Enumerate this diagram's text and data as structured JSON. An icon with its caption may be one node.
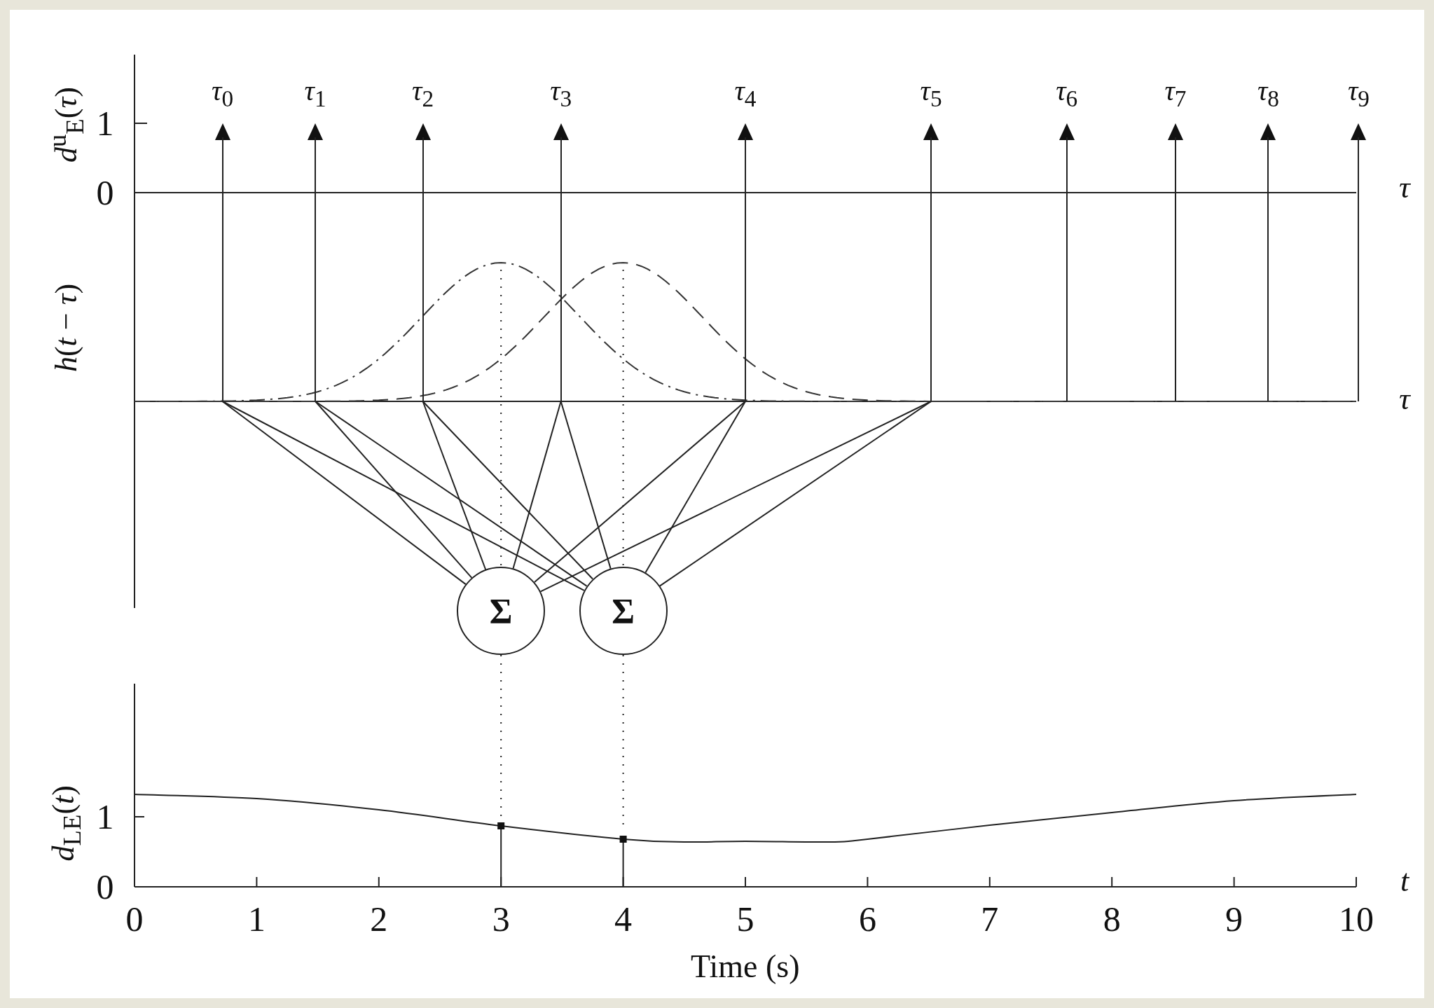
{
  "diagram": {
    "nodes": [
      {
        "text": [
          "*τ*$_{0}$"
        ]
      },
      {
        "text": [
          "*τ*$_{1}$"
        ]
      },
      {
        "text": [
          "*τ*$_{2}$"
        ]
      },
      {
        "text": [
          "*τ*$_{3}$"
        ]
      },
      {
        "text": [
          "*τ*$_{4}$"
        ]
      },
      {
        "text": [
          "*τ*$_{5}$"
        ]
      },
      {
        "text": [
          "*τ*$_{6}$"
        ]
      },
      {
        "text": [
          "*τ*$_{7}$"
        ]
      },
      {
        "text": [
          "*τ*$_{8}$"
        ]
      },
      {
        "text": [
          "*τ*$_{9}$"
        ]
      },
      {
        "text": [
          "Σ"
        ]
      },
      {
        "text": [
          "Σ"
        ]
      }
    ],
    "edges": [
      {
        "from": 0,
        "to": 10,
        "arrow": "none"
      },
      {
        "from": 0,
        "to": 11,
        "arrow": "none"
      },
      {
        "from": 1,
        "to": 10,
        "arrow": "none"
      },
      {
        "from": 1,
        "to": 11,
        "arrow": "none"
      },
      {
        "from": 2,
        "to": 10,
        "arrow": "none"
      },
      {
        "from": 2,
        "to": 11,
        "arrow": "none"
      },
      {
        "from": 3,
        "to": 10,
        "arrow": "none"
      },
      {
        "from": 3,
        "to": 11,
        "arrow": "none"
      },
      {
        "from": 4,
        "to": 10,
        "arrow": "none"
      },
      {
        "from": 4,
        "to": 11,
        "arrow": "none"
      },
      {
        "from": 5,
        "to": 10,
        "arrow": "none"
      },
      {
        "from": 5,
        "to": 11,
        "arrow": "none"
      },
      {
        "from": null,
        "to": 10,
        "arrow": "none",
        "style": "dashed"
      },
      {
        "from": 10,
        "to": null,
        "arrow": "none",
        "style": "dashed"
      },
      {
        "from": null,
        "to": 11,
        "arrow": "none",
        "style": "dashed"
      },
      {
        "from": 11,
        "to": null,
        "arrow": "none",
        "style": "dashed"
      }
    ],
    "labels": [
      "*d*$^{u}$$_{E}$(*τ*)",
      "1",
      "0",
      "τ",
      "*h*(*t* − *τ*)",
      "τ",
      "t"
    ],
    "chart_data": {
      "type": "line",
      "xlabel": "Time (s)",
      "ylabel": "*d*$_{LE}$(*t*)",
      "x": [
        0,
        1,
        2,
        3,
        4,
        4.5,
        5,
        5.7,
        6,
        7,
        8,
        9,
        10
      ],
      "series": [
        {
          "values": [
            1.32,
            1.26,
            1.1,
            0.87,
            0.68,
            0.64,
            0.65,
            0.64,
            0.68,
            0.88,
            1.06,
            1.23,
            1.32
          ]
        }
      ],
      "xlim": [
        0,
        10
      ],
      "ylim": [
        0,
        2.9
      ],
      "xticks": [
        0,
        1,
        2,
        3,
        4,
        5,
        6,
        7,
        8,
        9,
        10
      ],
      "yticks": [
        0,
        1
      ]
    }
  }
}
